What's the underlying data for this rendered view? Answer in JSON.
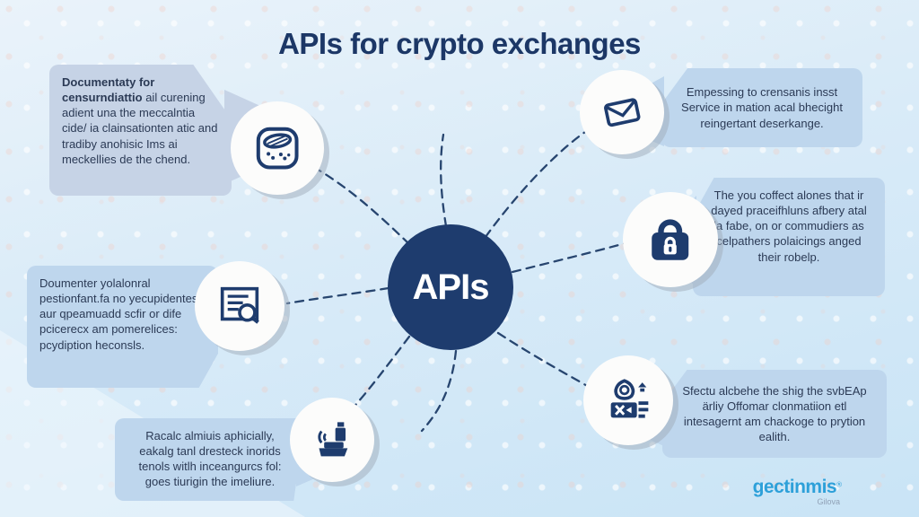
{
  "title": "APIs for crypto exchanges",
  "center": {
    "label": "APIs"
  },
  "callouts": [
    {
      "position": "top-left",
      "icon": "coin-icon",
      "lead": "Documentaty for censurndiattio",
      "text": "ail curening adient una the meccalntia cide/ ia clainsationten atic and tradiby anohisic Ims ai meckellies de the chend."
    },
    {
      "position": "left-middle",
      "icon": "report-icon",
      "text": "Doumenter yolalonral pestionfant.fa no yecupidentes aur qpeamuadd scfir or dife pcicerecx am pomerelices: pcydiption heconsls."
    },
    {
      "position": "bottom-left",
      "icon": "terminal-icon",
      "text": "Racalc almiuis aphicially, eakalg tanl dresteck inorids tenols witlh inceangurcs fol: goes tiurigin the imeliure."
    },
    {
      "position": "top-right",
      "icon": "envelope-icon",
      "text": "Empessing to crensanis insst Service in mation acal bhecight reingertant deserkange."
    },
    {
      "position": "right-middle",
      "icon": "lock-icon",
      "text": "The you coffect alones that ir dayed praceifhluns afbery atal la fabe, on or commudiers as celpathers polaicings anged their robelp."
    },
    {
      "position": "bottom-right",
      "icon": "id-card-icon",
      "text": "Sfectu alcbehe the shig the svbEAp ärliy Offomar clonmatiion etl intesagernt am chackoge to prytion ealith."
    }
  ],
  "logo": {
    "name": "gectinmis",
    "mark": "®",
    "sub": "Gilova"
  },
  "colors": {
    "navy": "#1e3c6e",
    "title": "#1c3766",
    "box_blue": "#bed6ed",
    "box_gray_blue": "#c6d3e6",
    "logo_blue": "#2da0d9",
    "background": "#d9ebf8"
  }
}
